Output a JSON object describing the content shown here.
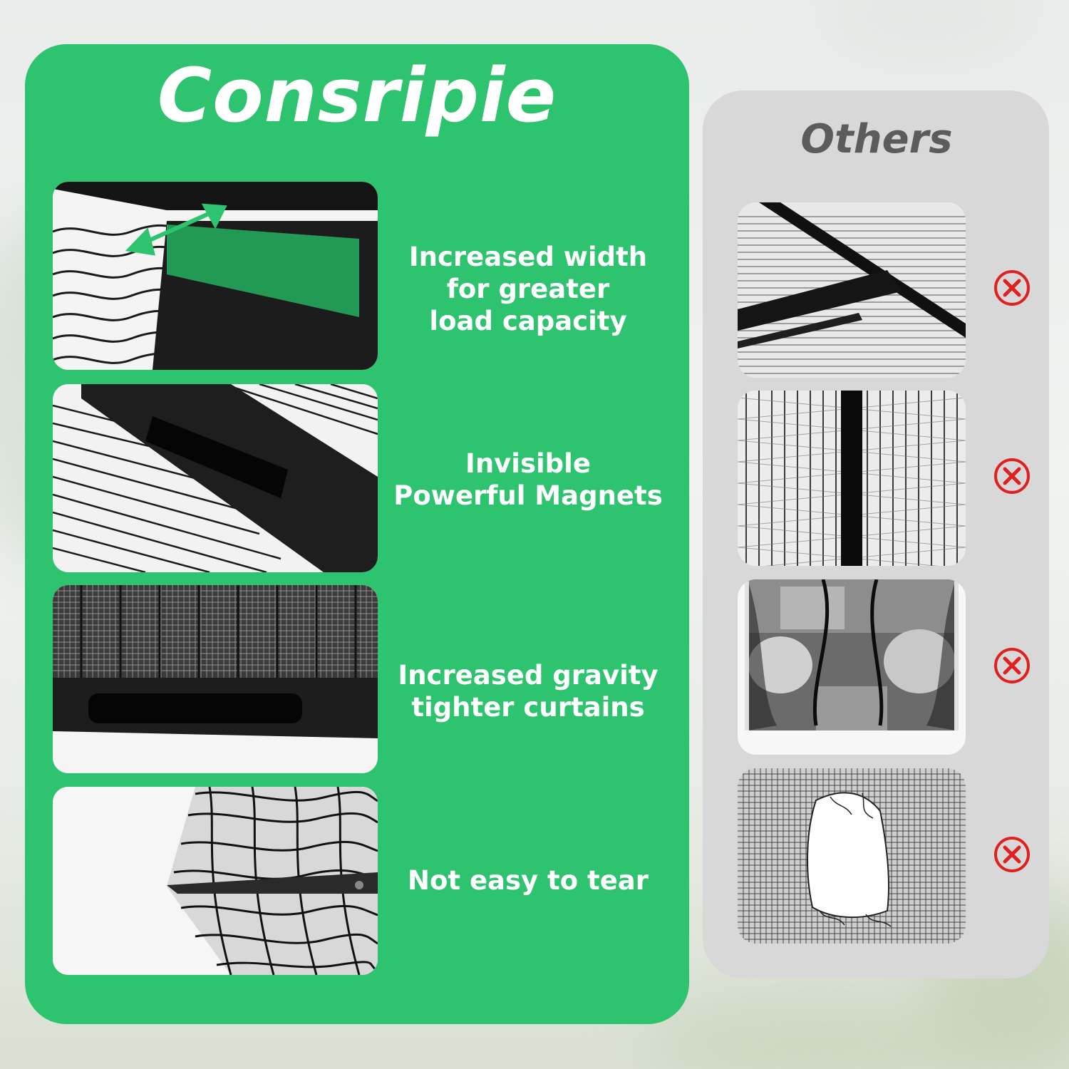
{
  "brand": {
    "name": "Consripie",
    "panel_color": "#2ec36e",
    "features": [
      {
        "id": "width",
        "text": "Increased width\nfor greater\nload capacity",
        "image": "mesh-border-width-photo"
      },
      {
        "id": "magnets",
        "text": "Invisible\nPowerful Magnets",
        "image": "hidden-magnet-strip-photo"
      },
      {
        "id": "gravity",
        "text": "Increased gravity\ntighter curtains",
        "image": "weighted-bottom-hem-photo"
      },
      {
        "id": "tear",
        "text": "Not easy to tear",
        "image": "strong-mesh-corner-photo"
      }
    ]
  },
  "others": {
    "title": "Others",
    "panel_color": "#d8d8d8",
    "items": [
      {
        "id": "narrow-border",
        "image": "narrow-border-photo",
        "mark": "cross-icon"
      },
      {
        "id": "visible-strip",
        "image": "visible-magnet-photo",
        "mark": "cross-icon"
      },
      {
        "id": "gap-curtain",
        "image": "gapping-curtain-photo",
        "mark": "cross-icon"
      },
      {
        "id": "torn-mesh",
        "image": "torn-mesh-photo",
        "mark": "cross-icon"
      }
    ],
    "mark_color": "#e0201e"
  }
}
